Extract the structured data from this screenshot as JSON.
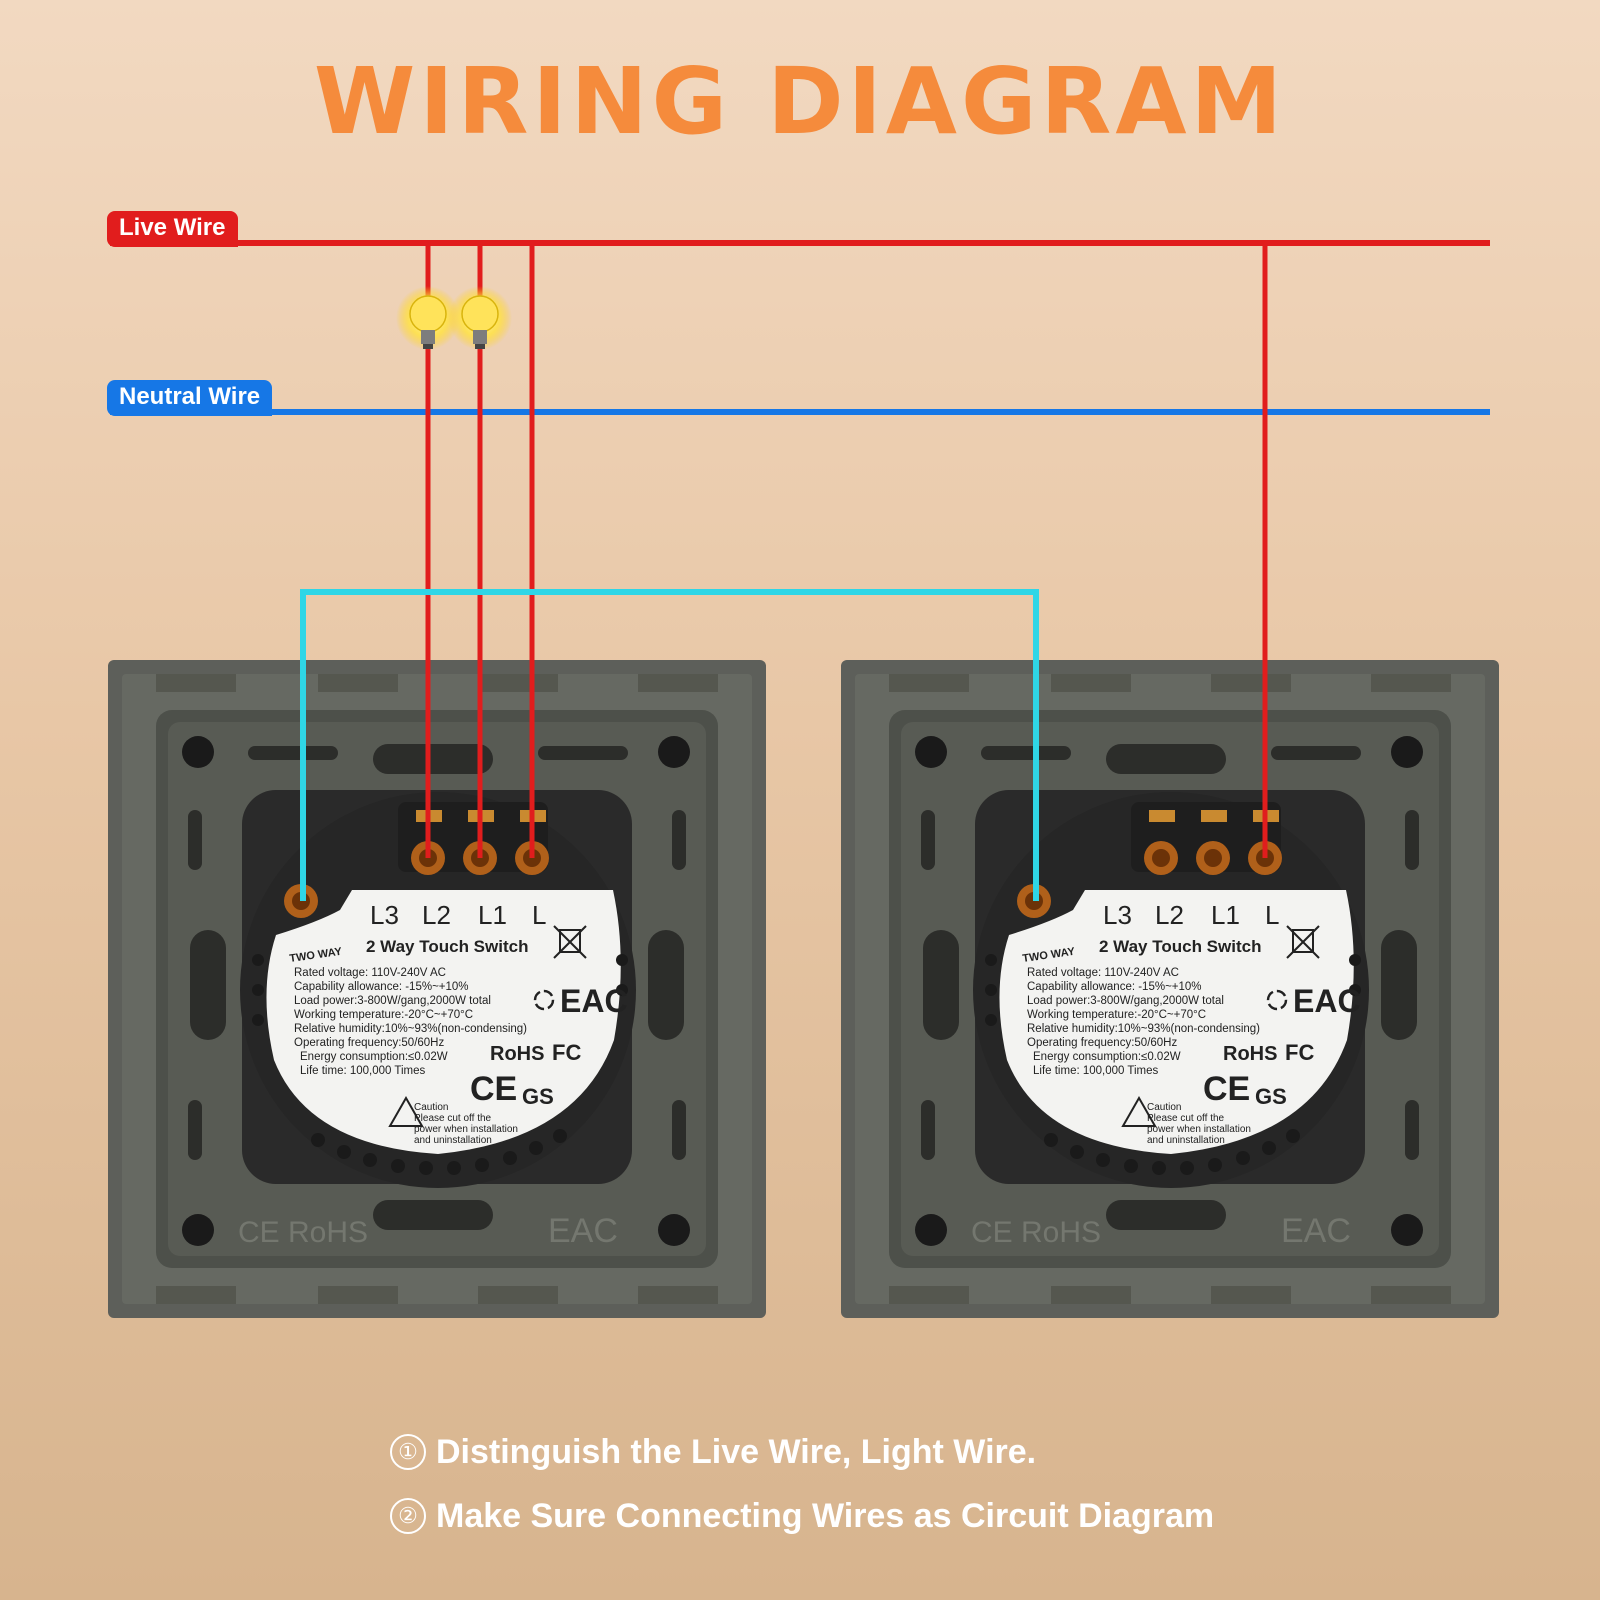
{
  "title": "WIRING DIAGRAM",
  "wires": {
    "live_label": "Live Wire",
    "neutral_label": "Neutral  Wire",
    "live_color": "#e11d1d",
    "neutral_color": "#1677e6",
    "traveler_color": "#2fd6e6"
  },
  "switch": {
    "terminals": [
      "L3",
      "L2",
      "L1",
      "L"
    ],
    "name": "2 Way Touch Switch",
    "badge": "TWO WAY",
    "specs": [
      "Rated voltage: 110V-240V AC",
      "Capability allowance: -15%~+10%",
      "Load power:3-800W/gang,2000W total",
      "Working temperature:-20°C~+70°C",
      "Relative humidity:10%~93%(non-condensing)",
      "Operating frequency:50/60Hz",
      "Energy consumption:≤0.02W",
      "Life time: 100,000 Times"
    ],
    "caution": [
      "Caution",
      "Please cut off the",
      "power when installation",
      "and uninstallation"
    ],
    "marks": [
      "RoHS",
      "FC",
      "CE",
      "EAC",
      "GS"
    ],
    "frame_marks": [
      "CE RoHS",
      "EAC"
    ]
  },
  "steps": [
    {
      "num": "①",
      "text": "Distinguish the Live Wire, Light Wire."
    },
    {
      "num": "②",
      "text": "Make Sure Connecting Wires as Circuit Diagram"
    }
  ],
  "icons": [
    "light-bulb-icon",
    "warning-icon",
    "recycle-icon",
    "weee-bin-icon"
  ]
}
